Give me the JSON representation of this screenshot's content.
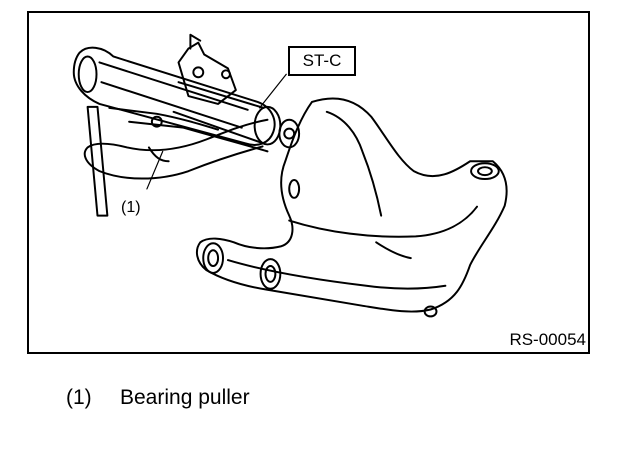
{
  "figure": {
    "tool_label": "ST-C",
    "callout": "(1)",
    "code": "RS-00054"
  },
  "legend": [
    {
      "number": "(1)",
      "text": "Bearing puller"
    }
  ]
}
